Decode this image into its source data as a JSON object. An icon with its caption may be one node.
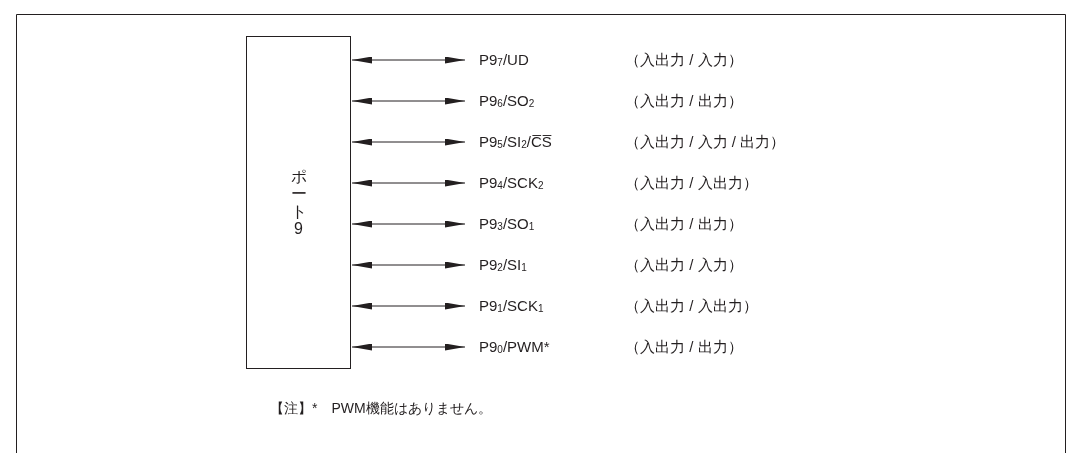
{
  "diagram": {
    "nodes": [
      {
        "text": [
          "ポート9"
        ]
      },
      {
        "text": [
          "P9$_{7}$/UD"
        ]
      },
      {
        "text": [
          "P9$_{6}$/SO$_{2}$"
        ]
      },
      {
        "text": [
          "P9$_{5}$/SI$_{2}$/C̅S̅"
        ]
      },
      {
        "text": [
          "P9$_{4}$/SCK$_{2}$"
        ]
      },
      {
        "text": [
          "P9$_{3}$/SO$_{1}$"
        ]
      },
      {
        "text": [
          "P9$_{2}$/SI$_{1}$"
        ]
      },
      {
        "text": [
          "P9$_{1}$/SCK$_{1}$"
        ]
      },
      {
        "text": [
          "P9$_{0}$/PWM*"
        ]
      }
    ],
    "edges": [
      {
        "from": 0,
        "to": 1,
        "arrow": "both"
      },
      {
        "from": 0,
        "to": 2,
        "arrow": "both"
      },
      {
        "from": 0,
        "to": 3,
        "arrow": "both"
      },
      {
        "from": 0,
        "to": 4,
        "arrow": "both"
      },
      {
        "from": 0,
        "to": 5,
        "arrow": "both"
      },
      {
        "from": 0,
        "to": 6,
        "arrow": "both"
      },
      {
        "from": 0,
        "to": 7,
        "arrow": "both"
      },
      {
        "from": 0,
        "to": 8,
        "arrow": "both"
      }
    ],
    "labels": [
      "（入出力 / 入力）",
      "（入出力 / 出力）",
      "（入出力 / 入力 / 出力）",
      "（入出力 / 入出力）",
      "（入出力 / 出力）",
      "（入出力 / 入力）",
      "（入出力 / 入出力）",
      "（入出力 / 出力）",
      "【注】*　PWM機能はありません。"
    ]
  }
}
